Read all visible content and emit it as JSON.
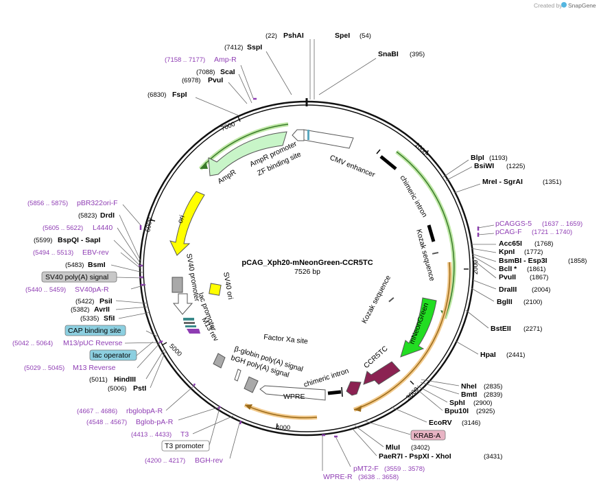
{
  "watermark": {
    "prefix": "Created by",
    "brand": "SnapGene"
  },
  "plasmid": {
    "name": "pCAG_Xph20-mNeonGreen-CCR5TC",
    "length": "7526 bp"
  },
  "ticks": [
    "1000",
    "2000",
    "3000",
    "4000",
    "5000",
    "6000",
    "7000"
  ],
  "enzymes": [
    {
      "name": "PshAI",
      "pos": "(22)"
    },
    {
      "name": "SpeI",
      "pos": "(54)"
    },
    {
      "name": "SnaBI",
      "pos": "(395)"
    },
    {
      "name": "SspI",
      "pos": "(7412)"
    },
    {
      "name": "ScaI",
      "pos": "(7088)"
    },
    {
      "name": "PvuI",
      "pos": "(6978)"
    },
    {
      "name": "FspI",
      "pos": "(6830)"
    },
    {
      "name": "BlpI",
      "pos": "(1193)"
    },
    {
      "name": "BsiWI",
      "pos": "(1225)"
    },
    {
      "name": "MreI - SgrAI",
      "pos": "(1351)"
    },
    {
      "name": "Acc65I",
      "pos": "(1768)"
    },
    {
      "name": "KpnI",
      "pos": "(1772)"
    },
    {
      "name": "BsmBI - Esp3I",
      "pos": "(1858)"
    },
    {
      "name": "BclI *",
      "pos": "(1861)"
    },
    {
      "name": "PvuII",
      "pos": "(1867)"
    },
    {
      "name": "DraIII",
      "pos": "(2004)"
    },
    {
      "name": "BglII",
      "pos": "(2100)"
    },
    {
      "name": "BstEII",
      "pos": "(2271)"
    },
    {
      "name": "HpaI",
      "pos": "(2441)"
    },
    {
      "name": "NheI",
      "pos": "(2835)"
    },
    {
      "name": "BmtI",
      "pos": "(2839)"
    },
    {
      "name": "SphI",
      "pos": "(2900)"
    },
    {
      "name": "Bpu10I",
      "pos": "(2925)"
    },
    {
      "name": "EcoRV",
      "pos": "(3146)"
    },
    {
      "name": "MluI",
      "pos": "(3402)"
    },
    {
      "name": "PaeR7I - PspXI - XhoI",
      "pos": "(3431)"
    },
    {
      "name": "DrdI",
      "pos": "(5823)"
    },
    {
      "name": "BspQI - SapI",
      "pos": "(5599)"
    },
    {
      "name": "BsmI",
      "pos": "(5483)"
    },
    {
      "name": "PsiI",
      "pos": "(5422)"
    },
    {
      "name": "AvrII",
      "pos": "(5382)"
    },
    {
      "name": "SfiI",
      "pos": "(5335)"
    },
    {
      "name": "HindIII",
      "pos": "(5011)"
    },
    {
      "name": "PstI",
      "pos": "(5006)"
    }
  ],
  "primers": [
    {
      "name": "Amp-R",
      "pos": "(7158 .. 7177)"
    },
    {
      "name": "pBR322ori-F",
      "pos": "(5856 .. 5875)"
    },
    {
      "name": "L4440",
      "pos": "(5605 .. 5622)"
    },
    {
      "name": "EBV-rev",
      "pos": "(5494 .. 5513)"
    },
    {
      "name": "SV40pA-R",
      "pos": "(5440 .. 5459)"
    },
    {
      "name": "M13/pUC Reverse",
      "pos": "(5042 .. 5064)"
    },
    {
      "name": "M13 Reverse",
      "pos": "(5029 .. 5045)"
    },
    {
      "name": "rbglobpA-R",
      "pos": "(4667 .. 4686)"
    },
    {
      "name": "Bglob-pA-R",
      "pos": "(4548 .. 4567)"
    },
    {
      "name": "T3",
      "pos": "(4413 .. 4433)"
    },
    {
      "name": "BGH-rev",
      "pos": "(4200 .. 4217)"
    },
    {
      "name": "pCAGGS-5",
      "pos": "(1637 .. 1659)"
    },
    {
      "name": "pCAG-F",
      "pos": "(1721 .. 1740)"
    },
    {
      "name": "pMT2-F",
      "pos": "(3559 .. 3578)"
    },
    {
      "name": "WPRE-R",
      "pos": "(3638 .. 3658)"
    }
  ],
  "boxed_features": [
    "SV40 poly(A) signal",
    "CAP binding site",
    "lac operator",
    "KRAB-A",
    "T3 promoter"
  ],
  "features": {
    "cmv": "CMV enhancer",
    "chim1": "chimeric intron",
    "kozak1": "Kozak sequence",
    "kozak2": "Kozak sequence",
    "mng": "mNeonGreen",
    "ccr5": "CCR5TC",
    "chim2": "chimeric intron",
    "factorxa": "Factor Xa site",
    "bglob": "β-globin poly(A) signal",
    "bgh": "bGH poly(A) signal",
    "wpre": "WPRE",
    "ampr": "AmpR",
    "amprp": "AmpR promoter",
    "zf": "ZF binding site",
    "ori": "ori",
    "sv40p": "SV40 promoter",
    "sv40ori": "SV40 ori",
    "lacp": "lac promoter",
    "m13rev": "M13 rev"
  },
  "colors": {
    "backbone": "#111111",
    "green_feature": "#22dd22",
    "ampr_fill": "#c8f5c8",
    "ori_fill": "#ffff00",
    "ccr5_fill": "#8b2252",
    "primer": "#8e3cb3",
    "orf_green": "#8bcf6a",
    "orf_orange": "#e8a33c",
    "box_blue": "#8ccfe0",
    "box_gray": "#c8c8c8",
    "box_pink": "#e8b4c4"
  }
}
